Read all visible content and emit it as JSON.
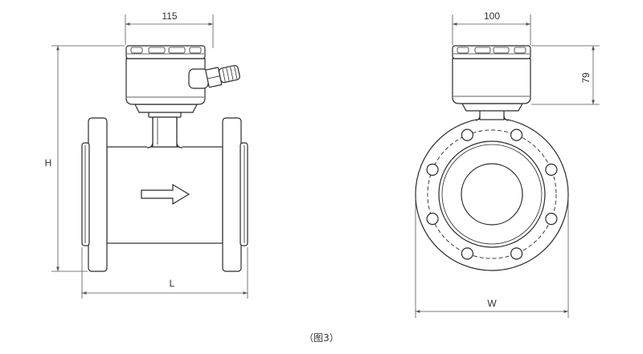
{
  "dimensions": {
    "head_width_side": "115",
    "head_width_front": "100",
    "head_height": "79",
    "overall_height": "H",
    "length": "L",
    "width": "W"
  },
  "caption": "（图3）",
  "icons": {
    "flow_direction": "flow-arrow-icon"
  },
  "colors": {
    "outline": "#2b2b2b",
    "dimension": "#555555",
    "text": "#333333",
    "background": "#ffffff"
  }
}
